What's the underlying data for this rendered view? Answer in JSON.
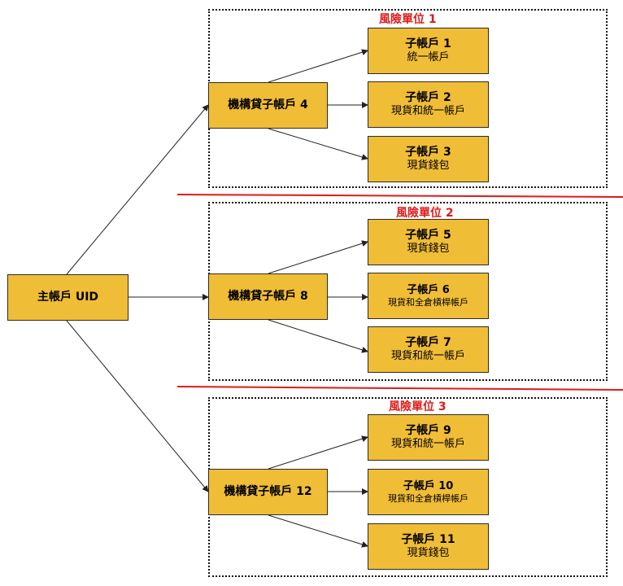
{
  "root": {
    "label": "主帳戶 UID"
  },
  "groups": [
    {
      "risk_label": "風險單位 1",
      "institution": "機構貸子帳戶 4",
      "children": [
        {
          "name": "子帳戶 1",
          "type": "統一帳戶"
        },
        {
          "name": "子帳戶 2",
          "type": "現貨和統一帳戶"
        },
        {
          "name": "子帳戶 3",
          "type": "現貨錢包"
        }
      ]
    },
    {
      "risk_label": "風險單位 2",
      "institution": "機構貸子帳戶 8",
      "children": [
        {
          "name": "子帳戶 5",
          "type": "現貨錢包"
        },
        {
          "name": "子帳戶 6",
          "type": "現貨和全倉槓桿帳戶"
        },
        {
          "name": "子帳戶 7",
          "type": "現貨和統一帳戶"
        }
      ]
    },
    {
      "risk_label": "風險單位 3",
      "institution": "機構貸子帳戶 12",
      "children": [
        {
          "name": "子帳戶 9",
          "type": "現貨和統一帳戶"
        },
        {
          "name": "子帳戶 10",
          "type": "現貨和全倉槓桿帳戶"
        },
        {
          "name": "子帳戶 11",
          "type": "現貨錢包"
        }
      ]
    }
  ],
  "colors": {
    "box_fill": "#f0bd36",
    "risk_label": "#e01a1a",
    "separator": "#e01a1a",
    "line": "#222222"
  }
}
